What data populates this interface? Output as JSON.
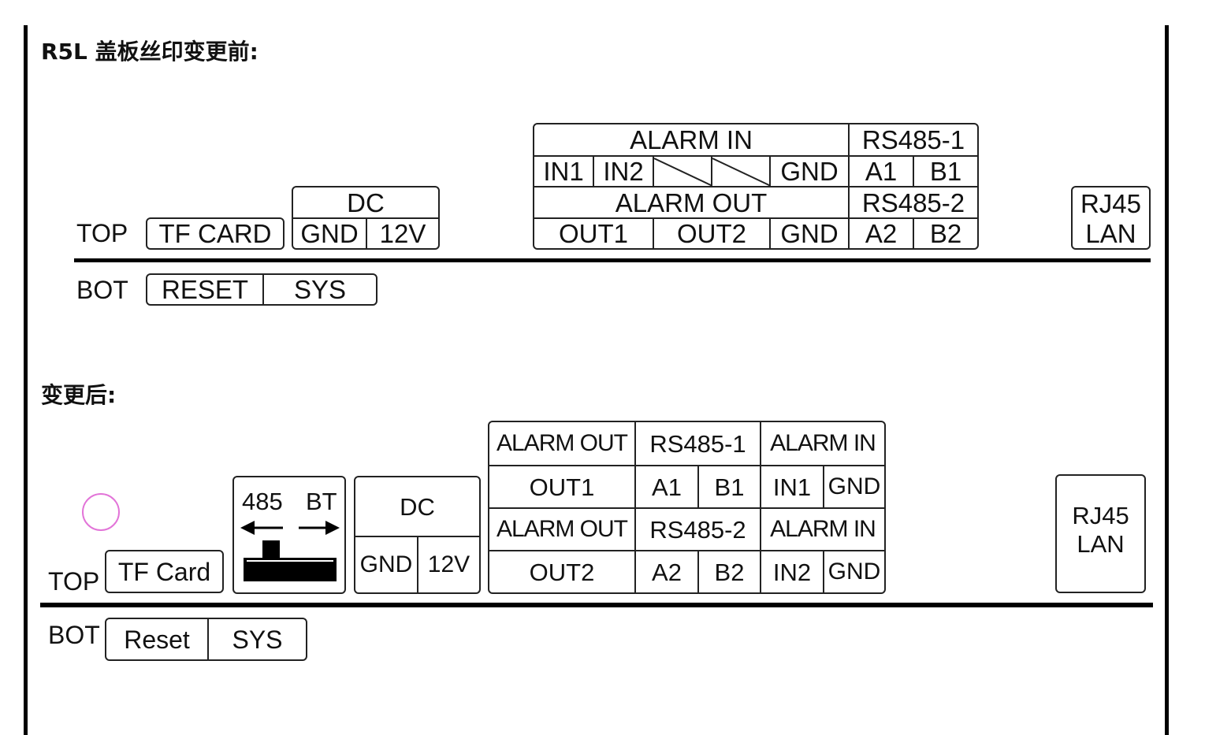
{
  "before": {
    "heading": "R5L 盖板丝印变更前:",
    "top_label": "TOP",
    "bot_label": "BOT",
    "tf_card": "TF CARD",
    "dc": {
      "title": "DC",
      "pins": [
        "GND",
        "12V"
      ]
    },
    "alarm_in": {
      "title": "ALARM IN",
      "pins": [
        "IN1",
        "IN2",
        "",
        "",
        "GND"
      ]
    },
    "rs485_1": {
      "title": "RS485-1",
      "pins": [
        "A1",
        "B1"
      ]
    },
    "alarm_out": {
      "title": "ALARM OUT",
      "pins": [
        "OUT1",
        "OUT2",
        "GND"
      ]
    },
    "rs485_2": {
      "title": "RS485-2",
      "pins": [
        "A2",
        "B2"
      ]
    },
    "rj45": [
      "RJ45",
      "LAN"
    ],
    "bottom_buttons": [
      "RESET",
      "SYS"
    ]
  },
  "after": {
    "heading": "变更后:",
    "top_label": "TOP",
    "bot_label": "BOT",
    "tf_card": "TF Card",
    "switch": {
      "left": "485",
      "right": "BT"
    },
    "dc": {
      "title": "DC",
      "pins": [
        "GND",
        "12V"
      ]
    },
    "row1": {
      "alarm_out": "ALARM OUT",
      "out": "OUT1",
      "rs485": "RS485-1",
      "a": "A1",
      "b": "B1",
      "alarm_in": "ALARM IN",
      "in": "IN1",
      "gnd": "GND"
    },
    "row2": {
      "alarm_out": "ALARM OUT",
      "out": "OUT2",
      "rs485": "RS485-2",
      "a": "A2",
      "b": "B2",
      "alarm_in": "ALARM IN",
      "in": "IN2",
      "gnd": "GND"
    },
    "rj45": [
      "RJ45",
      "LAN"
    ],
    "bottom_buttons": [
      "Reset",
      "SYS"
    ]
  }
}
